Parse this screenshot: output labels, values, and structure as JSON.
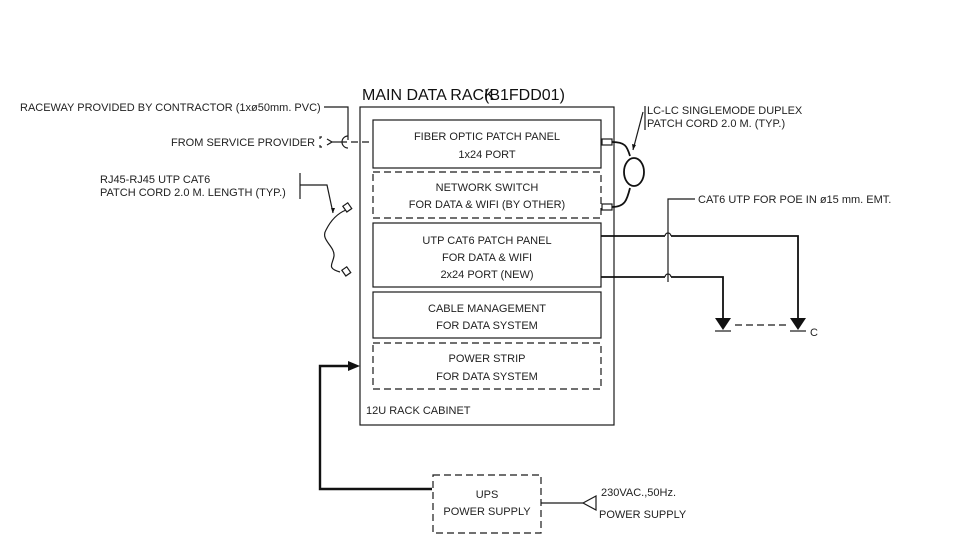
{
  "diagram": {
    "title": "MAIN DATA RACK",
    "rack_id": "(B1FDD01)",
    "cabinet_label": "12U RACK CABINET",
    "components": [
      {
        "line1": "FIBER OPTIC PATCH PANEL",
        "line2": "1x24 PORT",
        "line3": "",
        "style": "solid"
      },
      {
        "line1": "NETWORK SWITCH",
        "line2": "FOR DATA & WIFI (BY OTHER)",
        "line3": "",
        "style": "dashed"
      },
      {
        "line1": "UTP CAT6 PATCH PANEL",
        "line2": "FOR DATA & WIFI",
        "line3": "2x24 PORT (NEW)",
        "style": "solid"
      },
      {
        "line1": "CABLE MANAGEMENT",
        "line2": "FOR DATA SYSTEM",
        "line3": "",
        "style": "solid"
      },
      {
        "line1": "POWER STRIP",
        "line2": "FOR DATA SYSTEM",
        "line3": "",
        "style": "dashed"
      }
    ],
    "notes": {
      "raceway": "RACEWAY PROVIDED BY CONTRACTOR (1xø50mm. PVC)",
      "service_provider": "FROM SERVICE PROVIDER",
      "rj45_line1": "RJ45-RJ45 UTP CAT6",
      "rj45_line2": "PATCH CORD 2.0 M. LENGTH (TYP.)",
      "lc_line1": "LC-LC SINGLEMODE DUPLEX",
      "lc_line2": "PATCH CORD 2.0 M. (TYP.)",
      "cat6_poe": "CAT6 UTP FOR POE IN ø15 mm. EMT.",
      "outlet_label": "C"
    },
    "ups": {
      "line1": "UPS",
      "line2": "POWER SUPPLY"
    },
    "mains": {
      "line1": "230VAC.,50Hz.",
      "line2": "POWER SUPPLY"
    }
  }
}
